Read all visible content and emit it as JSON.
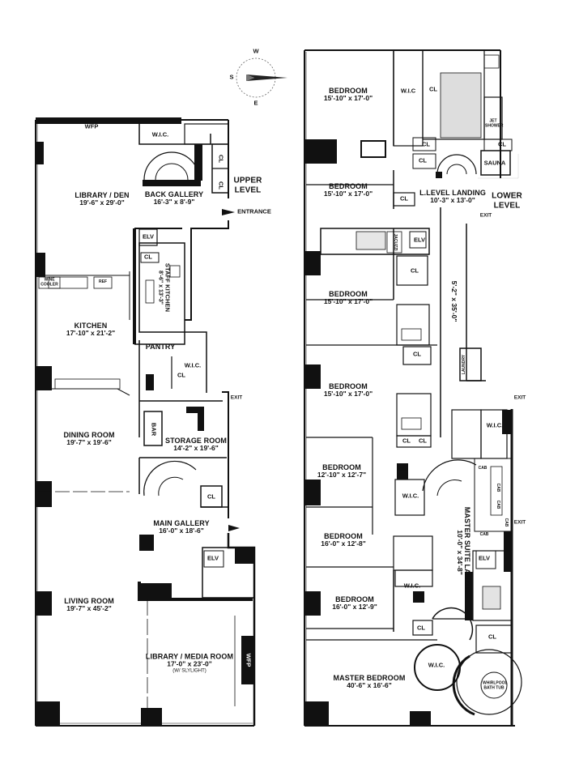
{
  "compass": {
    "n": "W",
    "s": "E",
    "w": "S"
  },
  "upper_level": {
    "level_label": "UPPER LEVEL",
    "entrance": "ENTRANCE",
    "exit_1": "EXIT",
    "rooms": {
      "library_den": {
        "name": "LIBRARY / DEN",
        "dims": "19'-6\" x 29'-0\""
      },
      "back_gallery": {
        "name": "BACK GALLERY",
        "dims": "16'-3\" x 8'-9\""
      },
      "kitchen": {
        "name": "KITCHEN",
        "dims": "17'-10\" x 21'-2\""
      },
      "staff_kitchen": {
        "name": "STAFF KITCHEN",
        "dims": "8'-6\" x 13'-3\""
      },
      "pantry": {
        "name": "PANTRY"
      },
      "dining_room": {
        "name": "DINING ROOM",
        "dims": "19'-7\" x 19'-6\""
      },
      "storage_room": {
        "name": "STORAGE ROOM",
        "dims": "14'-2\" x 19'-6\""
      },
      "main_gallery": {
        "name": "MAIN GALLERY",
        "dims": "16'-0\" x 18'-6\""
      },
      "living_room": {
        "name": "LIVING ROOM",
        "dims": "19'-7\" x 45'-2\""
      },
      "library_media": {
        "name": "LIBRARY / MEDIA ROOM",
        "dims": "17'-0\" x 23'-0\"",
        "note": "(W/ SLYLIGHT)"
      }
    },
    "fixtures": {
      "wfp_top": "WFP",
      "wfp_side": "WFP",
      "wic_1": "W.I.C.",
      "wic_2": "W.I.C.",
      "cl_1": "CL",
      "cl_2": "CL",
      "cl_3": "CL",
      "cl_4": "CL",
      "cl_5": "CL",
      "elv_1": "ELV",
      "elv_2": "ELV",
      "bar": "BAR",
      "ref": "REF",
      "wine": "WINE COOLER"
    }
  },
  "lower_level": {
    "level_label": "LOWER LEVEL",
    "exit_1": "EXIT",
    "exit_2": "EXIT",
    "exit_3": "EXIT",
    "rooms": {
      "bedroom_1": {
        "name": "BEDROOM",
        "dims": "15'-10\" x 17'-0\""
      },
      "bedroom_2": {
        "name": "BEDROOM",
        "dims": "15'-10\" x 17'-0\""
      },
      "bedroom_3": {
        "name": "BEDROOM",
        "dims": "15'-10\" x 17'-0\""
      },
      "bedroom_4": {
        "name": "BEDROOM",
        "dims": "15'-10\" x 17'-0\""
      },
      "bedroom_5": {
        "name": "BEDROOM",
        "dims": "12'-10\" x 12'-7\""
      },
      "bedroom_6": {
        "name": "BEDROOM",
        "dims": "16'-0\" x 12'-8\""
      },
      "bedroom_7": {
        "name": "BEDROOM",
        "dims": "16'-0\" x 12'-9\""
      },
      "master_bedroom": {
        "name": "MASTER BEDROOM",
        "dims": "40'-6\" x 16'-6\""
      },
      "l_level_landing": {
        "name": "L.LEVEL LANDING",
        "dims": "10'-3\" x 13'-0\""
      },
      "hall": {
        "dims": "5'-2\" x 35'-0\""
      },
      "master_suite_landing": {
        "name": "MASTER SUITE LANDING",
        "dims": "10'-0\" x 34'-8\""
      },
      "sauna": {
        "name": "SAUNA"
      }
    },
    "fixtures": {
      "wic_1": "W.I.C",
      "wic_2": "W.I.C.",
      "wic_3": "W.I.C.",
      "wic_4": "W.I.C.",
      "wic_5": "W.I.C.",
      "jet_shower": "JET SHOWER",
      "jacuzzi": "JACUZZI",
      "laundry": "LAUNDRY",
      "whirlpool": "WHIRLPOOL BATH TUB",
      "cl": "CL",
      "cab": "CAB",
      "elv_1": "ELV",
      "elv_2": "ELV"
    }
  }
}
